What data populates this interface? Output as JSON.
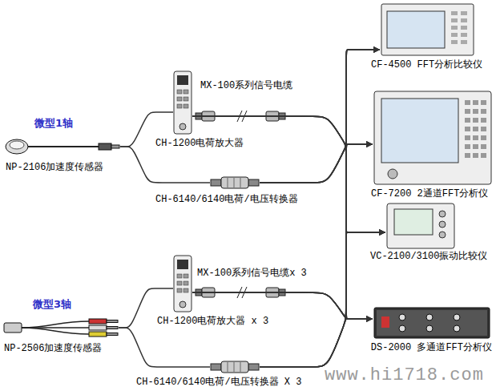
{
  "diagram": {
    "nodes": [
      {
        "text": [
          "微型1轴",
          "NP-2106加速度传感器"
        ]
      },
      {
        "text": [
          "CH-1200电荷放大器"
        ]
      },
      {
        "text": [
          "CH-6140/6140电荷/电压转换器"
        ]
      },
      {
        "text": [
          "CF-4500 FFT分析比较仪"
        ]
      },
      {
        "text": [
          "CF-7200 2通道FFT分析仪"
        ]
      },
      {
        "text": [
          "VC-2100/3100振动比较仪"
        ]
      },
      {
        "text": [
          "DS-2000 多通道FFT分析仪"
        ]
      },
      {
        "text": [
          "微型3轴",
          "NP-2506加速度传感器"
        ]
      },
      {
        "text": [
          "CH-1200电荷放大器 x 3"
        ]
      },
      {
        "text": [
          "CH-6140/6140电荷/电压转换器 X 3"
        ]
      }
    ],
    "edges": [
      {
        "from": 0,
        "to": 1,
        "arrow": "none"
      },
      {
        "from": 0,
        "to": 2,
        "arrow": "none"
      },
      {
        "from": 1,
        "to": 3,
        "arrow": "to"
      },
      {
        "from": 1,
        "to": 4,
        "arrow": "to"
      },
      {
        "from": 1,
        "to": 5,
        "arrow": "to"
      },
      {
        "from": 1,
        "to": 6,
        "arrow": "to"
      },
      {
        "from": 2,
        "to": 3,
        "arrow": "to"
      },
      {
        "from": 2,
        "to": 4,
        "arrow": "to"
      },
      {
        "from": 2,
        "to": 5,
        "arrow": "to"
      },
      {
        "from": 2,
        "to": 6,
        "arrow": "to"
      },
      {
        "from": 7,
        "to": 8,
        "arrow": "none"
      },
      {
        "from": 7,
        "to": 9,
        "arrow": "none"
      },
      {
        "from": 8,
        "to": 3,
        "arrow": "to"
      },
      {
        "from": 8,
        "to": 4,
        "arrow": "to"
      },
      {
        "from": 8,
        "to": 5,
        "arrow": "to"
      },
      {
        "from": 8,
        "to": 6,
        "arrow": "to"
      },
      {
        "from": 9,
        "to": 3,
        "arrow": "to"
      },
      {
        "from": 9,
        "to": 4,
        "arrow": "to"
      },
      {
        "from": 9,
        "to": 5,
        "arrow": "to"
      },
      {
        "from": 9,
        "to": 6,
        "arrow": "to"
      }
    ],
    "labels": [
      "MX-100系列信号电缆",
      "MX-100系列信号电缆x 3",
      "www.hi1718.com"
    ]
  }
}
